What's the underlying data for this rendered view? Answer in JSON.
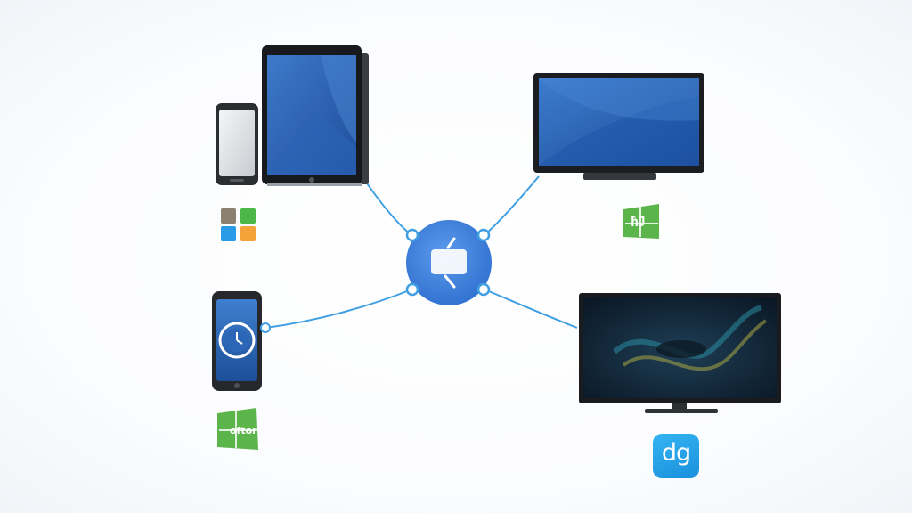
{
  "labels": {
    "bottom_right_badge": "dg",
    "bottom_left_badge": "oftor",
    "top_right_badge": "ħJ"
  },
  "colors": {
    "hub": "#3c7fd8",
    "link_line": "#3a9be0",
    "screen_blue": "#2a62b5",
    "tile_gray": "#8c8170",
    "tile_green": "#4cb648",
    "tile_blue": "#2a9be6",
    "tile_orange": "#f1a33a",
    "badge_green": "#5cb54a",
    "badge_blue": "#26a2ea"
  },
  "icons": {
    "hub": "cast-icon",
    "phone_top": "smartphone-icon",
    "tablet": "tablet-icon",
    "monitor": "monitor-icon",
    "phone_bottom": "smartphone-icon",
    "tv": "tv-icon",
    "windows_tiles": "windows-logo-icon"
  }
}
